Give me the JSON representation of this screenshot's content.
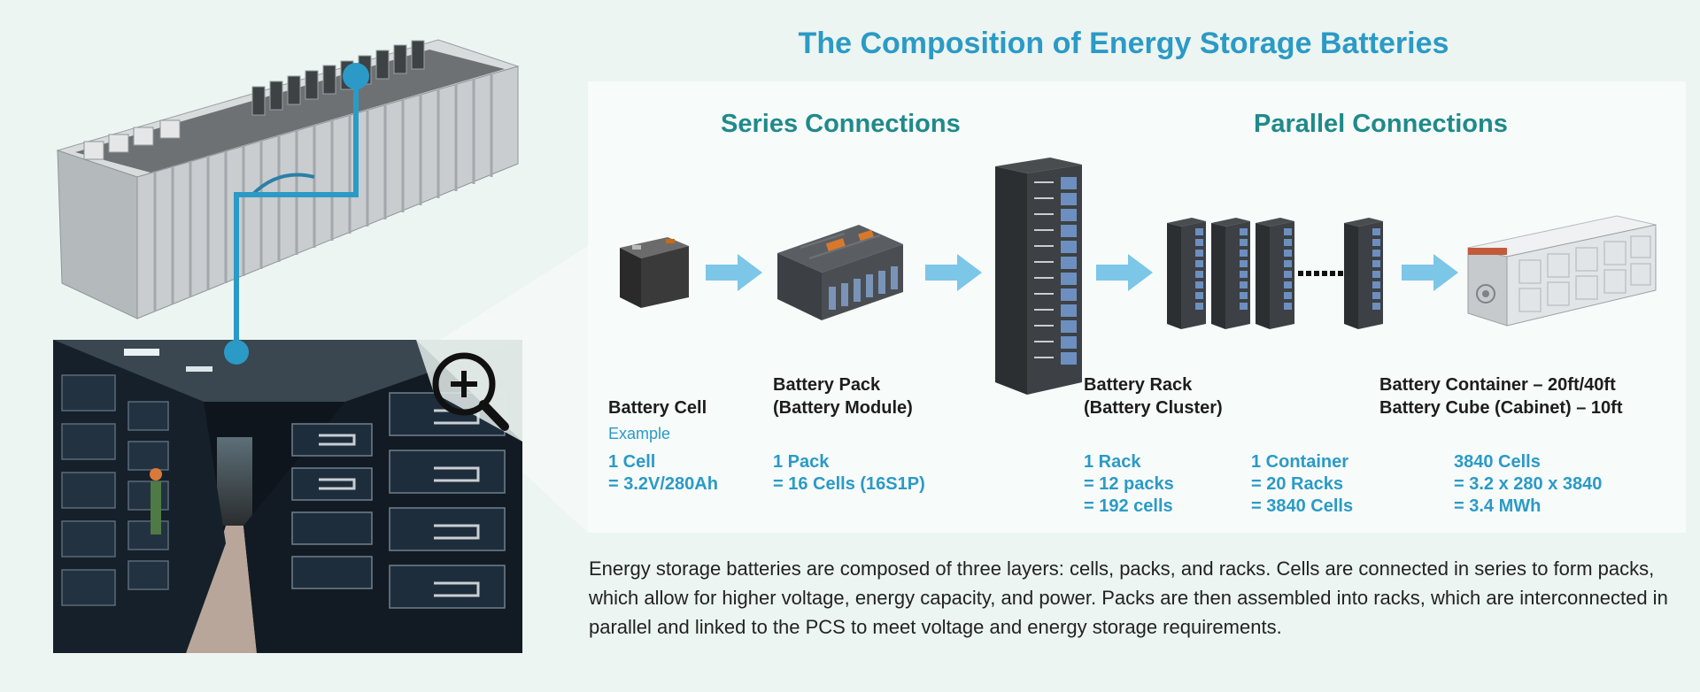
{
  "title": "The Composition of Energy Storage Batteries",
  "headings": {
    "series": "Series Connections",
    "parallel": "Parallel Connections"
  },
  "components": {
    "cell": {
      "name": "Battery Cell",
      "example_label": "Example",
      "spec_1": "1 Cell",
      "spec_2": "= 3.2V/280Ah"
    },
    "pack": {
      "name_1": "Battery Pack",
      "name_2": "(Battery Module)",
      "spec_1": "1 Pack",
      "spec_2": "= 16 Cells (16S1P)"
    },
    "rack": {
      "name_1": "Battery Rack",
      "name_2": "(Battery Cluster)",
      "spec_1": "1 Rack",
      "spec_2": "= 12 packs",
      "spec_3": "= 192 cells"
    },
    "container": {
      "name_1": "Battery Container – 20ft/40ft",
      "name_2": "Battery Cube (Cabinet) – 10ft",
      "spec_1": "1 Container",
      "spec_2": "= 20 Racks",
      "spec_3": "= 3840 Cells"
    },
    "energy": {
      "spec_1": "3840 Cells",
      "spec_2": "= 3.2 x 280 x 3840",
      "spec_3": "= 3.4 MWh"
    }
  },
  "description": "Energy storage batteries are composed of three layers: cells, packs, and racks. Cells are connected in series to form packs, which allow for higher voltage, energy capacity, and power. Packs are then assembled into racks, which are interconnected in parallel and linked to the PCS to meet voltage and energy storage requirements.",
  "colors": {
    "accent_blue": "#2b9ac6",
    "heading_teal": "#1f8a8a",
    "arrow_blue": "#7cc6e8",
    "background": "#ecf5f1"
  },
  "icons": {
    "zoom": "zoom-in-icon",
    "arrow": "arrow-right-icon"
  }
}
